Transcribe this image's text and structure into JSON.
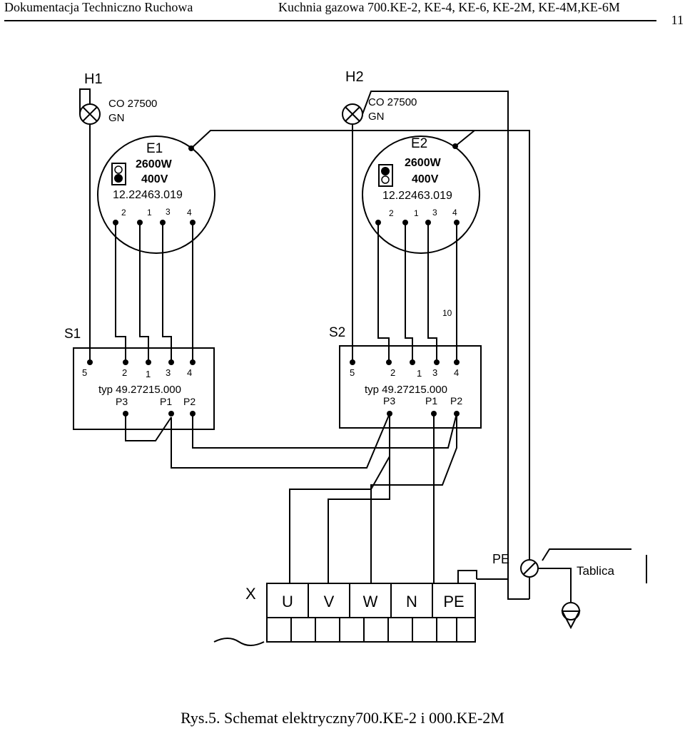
{
  "header": {
    "left": "Dokumentacja Techniczno Ruchowa",
    "right": "Kuchnia gazowa 700.KE-2, KE-4, KE-6, KE-2M, KE-4M,KE-6M",
    "page": "11"
  },
  "lamps": [
    {
      "id": "H1",
      "model": "CO 27500",
      "code": "GN"
    },
    {
      "id": "H2",
      "model": "CO 27500",
      "code": "GN"
    }
  ],
  "plates": [
    {
      "id": "E1",
      "power": "2600W",
      "voltage": "400V",
      "part": "12.22463.019",
      "terminals": [
        "2",
        "1",
        "3",
        "4"
      ]
    },
    {
      "id": "E2",
      "power": "2600W",
      "voltage": "400V",
      "part": "12.22463.019",
      "terminals": [
        "2",
        "1",
        "3",
        "4"
      ]
    }
  ],
  "switches": [
    {
      "id": "S1",
      "terminals": [
        "5",
        "2",
        "1",
        "3",
        "4"
      ],
      "type": "typ 49.27215.000",
      "outputs": [
        "P3",
        "P1",
        "P2"
      ]
    },
    {
      "id": "S2",
      "terminals": [
        "5",
        "2",
        "1",
        "3",
        "4"
      ],
      "type": "typ 49.27215.000",
      "outputs": [
        "P3",
        "P1",
        "P2"
      ]
    }
  ],
  "wire_label": "10",
  "terminal_block": {
    "id": "X",
    "terminals": [
      "U",
      "V",
      "W",
      "N",
      "PE"
    ]
  },
  "earth": {
    "pe_label": "PE",
    "panel_label": "Tablica"
  },
  "caption": "Rys.5. Schemat elektryczny700.KE-2 i 000.KE-2M"
}
